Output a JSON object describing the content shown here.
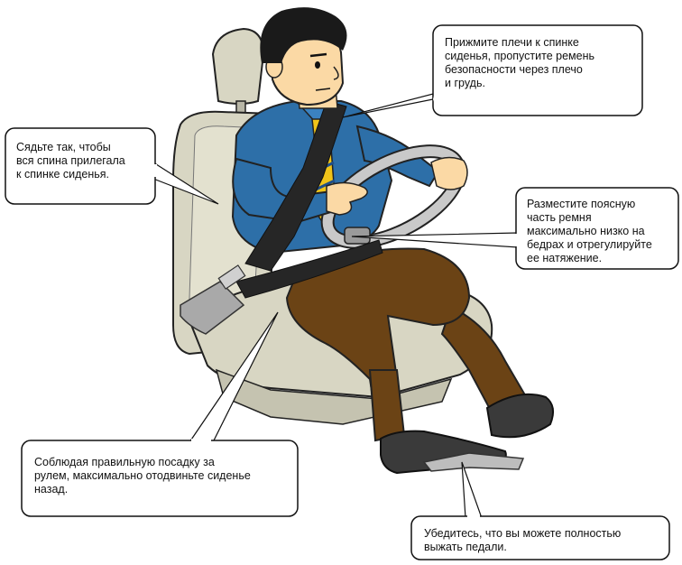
{
  "callouts": {
    "shoulders": "Прижмите плечи к спинке\nсиденья, пропустите ремень\nбезопасности через плечо\nи грудь.",
    "back": "Сядьте так, чтобы\nвся спина прилегала\nк спинке сиденья.",
    "lap_belt": "Разместите поясную\nчасть ремня\nмаксимально низко на\nбедрах и отрегулируйте\nее натяжение.",
    "seat_position": "Соблюдая правильную посадку за\nрулем, максимально отодвиньте сиденье\nназад.",
    "pedals": "Убедитесь, что вы можете полностью\nвыжать педали."
  },
  "colors": {
    "seat": "#d8d6c3",
    "shirt": "#2d6fa8",
    "trousers": "#6b4315",
    "skin": "#fbd9a5",
    "hair": "#1a1a1a",
    "belt": "#262626",
    "tie": "#f0c419",
    "wheel": "#c9c9c9",
    "shoes": "#3a3a3a",
    "buckle": "#a9a9a9"
  }
}
